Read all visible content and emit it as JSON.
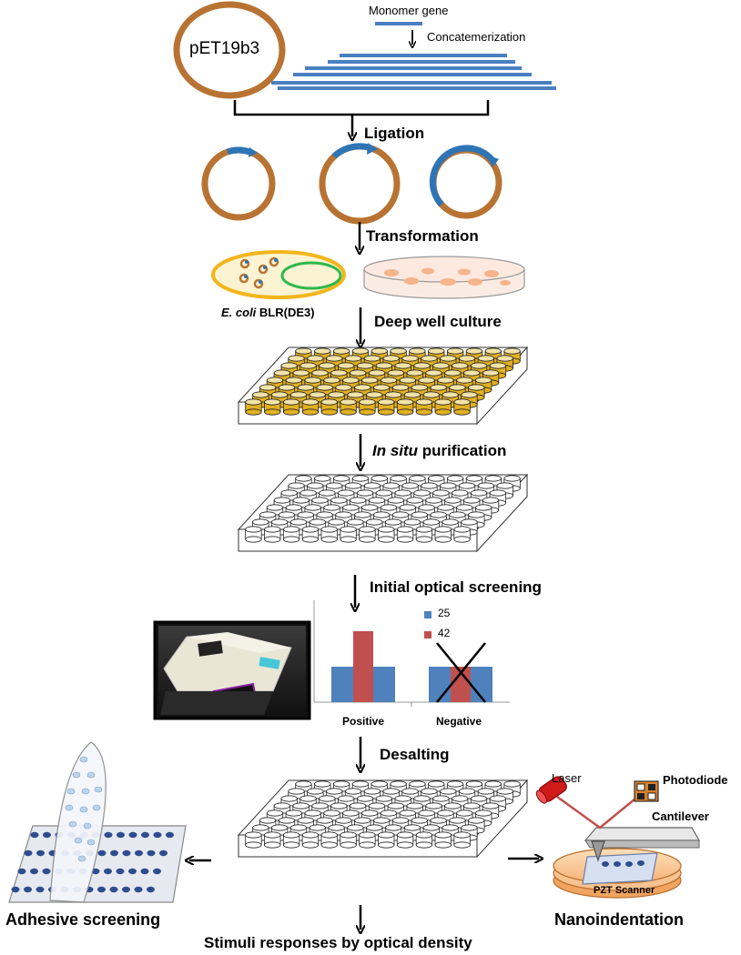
{
  "plasmid": {
    "label": "pET19b3"
  },
  "gene": {
    "monomer_label": "Monomer  gene",
    "concat_label": "Concatemerization"
  },
  "steps": {
    "ligation": "Ligation",
    "transformation": "Transformation",
    "deep_well": "Deep well culture",
    "in_situ_italic": "In situ",
    "in_situ_rest": " purification",
    "initial_screening": "Initial optical screening",
    "desalting": "Desalting",
    "stimuli": "Stimuli responses by optical density"
  },
  "ecoli": {
    "italic": "E. coli",
    "rest": " BLR(DE3)"
  },
  "screening_chart": {
    "legend": [
      {
        "label": "25",
        "color": "#4f81bd"
      },
      {
        "label": "42",
        "color": "#c0504d"
      }
    ],
    "categories": [
      "Positive",
      "Negative"
    ]
  },
  "chart_data": {
    "type": "bar",
    "categories": [
      "Positive",
      "Negative"
    ],
    "series": [
      {
        "name": "25",
        "values": [
          1.0,
          1.0
        ]
      },
      {
        "name": "42",
        "values": [
          2.0,
          1.0
        ]
      }
    ],
    "annotations": [
      "Negative crossed out"
    ]
  },
  "adhesive": {
    "label": "Adhesive screening"
  },
  "nano": {
    "label": "Nanoindentation",
    "laser": "Laser",
    "photodiode": "Photodiode",
    "cantilever": "Cantilever",
    "pzt": "PZT Scanner"
  },
  "colors": {
    "plasmid": "#b87333",
    "gene": "#4a7fc1",
    "ecoli_outline": "#f2b51b",
    "bar_blue": "#4f81bd",
    "bar_red": "#c0504d",
    "laser": "#d11a1a"
  }
}
